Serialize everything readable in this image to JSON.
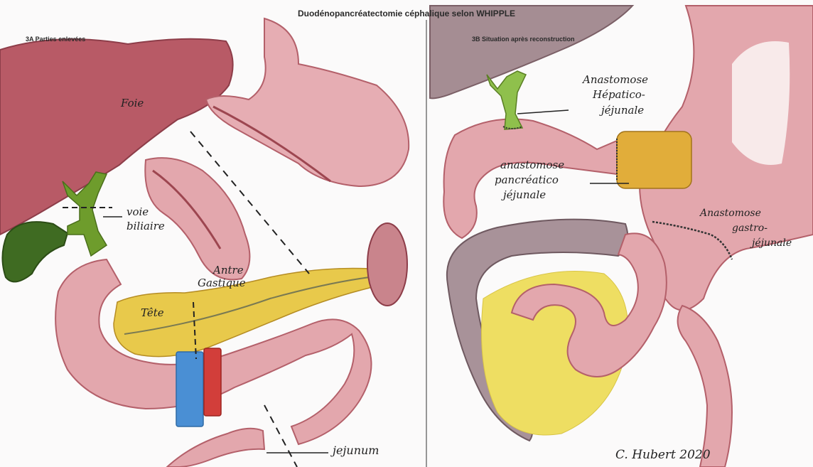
{
  "title": "Duodénopancréatectomie céphalique selon WHIPPLE",
  "panel_a": {
    "heading": "3A  Parties enlevées",
    "labels": {
      "foie": "Foie",
      "voie_1": "voie",
      "voie_2": "biliaire",
      "antre_1": "Antre",
      "antre_2": "Gastique",
      "tete": "Tête",
      "jejunum": "jejunum"
    }
  },
  "panel_b": {
    "heading": "3B  Situation après reconstruction",
    "labels": {
      "hep_1": "Anastomose",
      "hep_2": "Hépatico-",
      "hep_3": "jéjunale",
      "panc_1": "anastomose",
      "panc_2": "pancréatico",
      "panc_3": "jéjunale",
      "gast_1": "Anastomose",
      "gast_2": "gastro-",
      "gast_3": "jéjunale"
    }
  },
  "signature": "C. Hubert 2020",
  "colors": {
    "liver": "#b85a66",
    "gut": "#e3a7ad",
    "gut_dark": "#b4606a",
    "pancreas": "#e8c94b",
    "bile_duct": "#6e9c2c",
    "gallbladder": "#3f6b22",
    "vein": "#4a8fd4",
    "artery": "#d23e3a",
    "colon": "#a89299",
    "mesentery": "#eede62"
  }
}
